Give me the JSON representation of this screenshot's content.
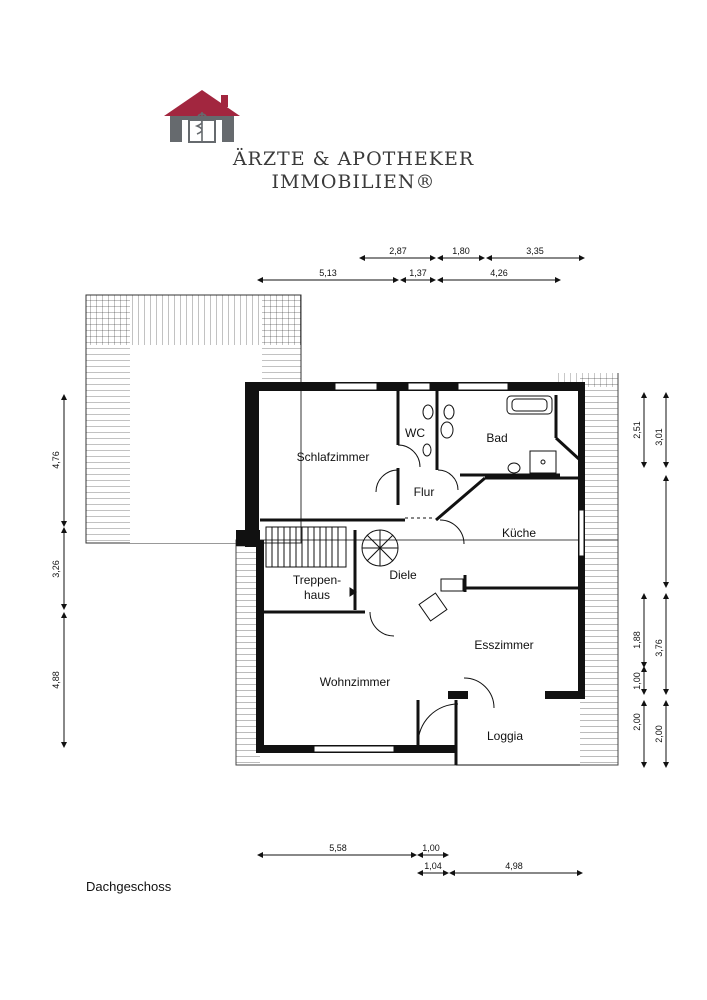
{
  "brand": {
    "line1": "ÄRZTE & APOTHEKER",
    "line2": "IMMOBILIEN®",
    "roof_color": "#a2263f",
    "house_color": "#666a6e"
  },
  "floor_label": "Dachgeschoss",
  "rooms": {
    "schlafzimmer": "Schlafzimmer",
    "wc": "WC",
    "bad": "Bad",
    "flur": "Flur",
    "kueche": "Küche",
    "treppen1": "Treppen-",
    "treppen2": "haus",
    "diele": "Diele",
    "esszimmer": "Esszimmer",
    "wohnzimmer": "Wohnzimmer",
    "loggia": "Loggia"
  },
  "dimensions": {
    "top_row1": [
      "2,87",
      "1,80",
      "3,35"
    ],
    "top_row2": [
      "5,13",
      "1,37",
      "4,26"
    ],
    "left": [
      "4,76",
      "3,26",
      "4,88"
    ],
    "right_inner": [
      "2,51",
      "1,88",
      "1,00",
      "2,00"
    ],
    "right_outer": [
      "3,01",
      "3,76",
      "2,00"
    ],
    "bottom_row1": [
      "5,58",
      "1,00"
    ],
    "bottom_row2": [
      "1,04",
      "4,98"
    ]
  }
}
